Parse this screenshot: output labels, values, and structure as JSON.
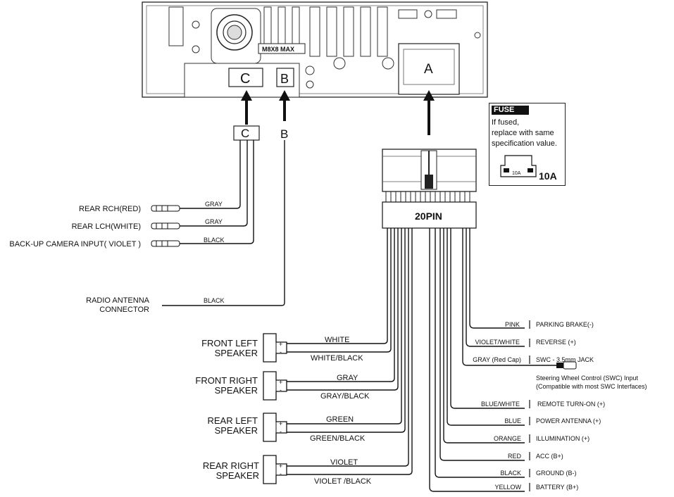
{
  "head_unit": {
    "model_label": "M8X8 MAX",
    "port_c": "C",
    "port_b": "B",
    "port_a": "A"
  },
  "connector_c_label": "C",
  "connector_b_label": "B",
  "harness_label": "20PIN",
  "fuse": {
    "title": "FUSE",
    "line1": "If fused,",
    "line2": "replace with same",
    "line3": "specification value.",
    "fuse_mark": "10A",
    "value": "10A"
  },
  "rca_inputs": [
    {
      "label": "REAR RCH(RED)",
      "wire": "GRAY"
    },
    {
      "label": "REAR LCH(WHITE)",
      "wire": "GRAY"
    },
    {
      "label": "BACK-UP CAMERA INPUT( VIOLET )",
      "wire": "BLACK"
    }
  ],
  "antenna": {
    "line1": "RADIO ANTENNA",
    "line2": "CONNECTOR",
    "wire": "BLACK"
  },
  "speakers": [
    {
      "line1": "FRONT LEFT",
      "line2": "SPEAKER",
      "plus_wire": "WHITE",
      "minus_wire": "WHITE/BLACK"
    },
    {
      "line1": "FRONT RIGHT",
      "line2": "SPEAKER",
      "plus_wire": "GRAY",
      "minus_wire": "GRAY/BLACK"
    },
    {
      "line1": "REAR LEFT",
      "line2": "SPEAKER",
      "plus_wire": "GREEN",
      "minus_wire": "GREEN/BLACK"
    },
    {
      "line1": "REAR RIGHT",
      "line2": "SPEAKER",
      "plus_wire": "VIOLET",
      "minus_wire": "VIOLET /BLACK"
    }
  ],
  "speaker_plus": "+",
  "speaker_minus": "-",
  "right_wires": [
    {
      "color_name": "PINK",
      "function": "PARKING BRAKE(-)"
    },
    {
      "color_name": "VIOLET/WHITE",
      "function": "REVERSE (+)"
    },
    {
      "color_name": "GRAY (Red Cap)",
      "function": "SWC - 3.5mm JACK"
    },
    {
      "color_name": "BLUE/WHITE",
      "function": "REMOTE TURN-ON (+)"
    },
    {
      "color_name": "BLUE",
      "function": "POWER ANTENNA (+)"
    },
    {
      "color_name": "ORANGE",
      "function": "ILLUMINATION (+)"
    },
    {
      "color_name": "RED",
      "function": "ACC (B+)"
    },
    {
      "color_name": "BLACK",
      "function": "GROUND (B-)"
    },
    {
      "color_name": "YELLOW",
      "function": "BATTERY (B+)"
    }
  ],
  "swc_note": {
    "line1": "Steering Wheel Control (SWC) Input",
    "line2": "(Compatible with most SWC Interfaces)"
  }
}
